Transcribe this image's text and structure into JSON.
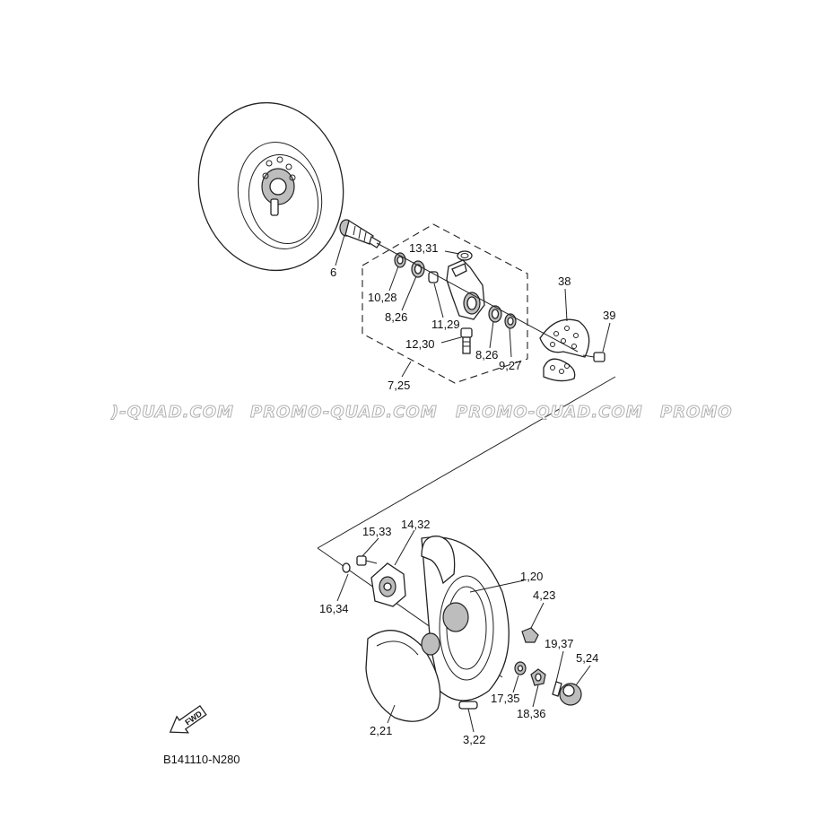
{
  "watermark": {
    "texts": [
      ")-QUAD.COM",
      "PROMO-QUAD.COM",
      "PROMO-QUAD.COM",
      "PROMO"
    ]
  },
  "labels": {
    "l6": "6",
    "l13_31": "13,31",
    "l10_28": "10,28",
    "l8_26a": "8,26",
    "l11_29": "11,29",
    "l12_30": "12,30",
    "l8_26b": "8,26",
    "l9_27": "9,27",
    "l38": "38",
    "l39": "39",
    "l7_25": "7,25",
    "l15_33": "15,33",
    "l14_32": "14,32",
    "l1_20": "1,20",
    "l16_34": "16,34",
    "l4_23": "4,23",
    "l19_37": "19,37",
    "l5_24": "5,24",
    "l17_35": "17,35",
    "l18_36": "18,36",
    "l2_21": "2,21",
    "l3_22": "3,22"
  },
  "fwd_label": "FWD",
  "diagram_ref": "B141110-N280"
}
